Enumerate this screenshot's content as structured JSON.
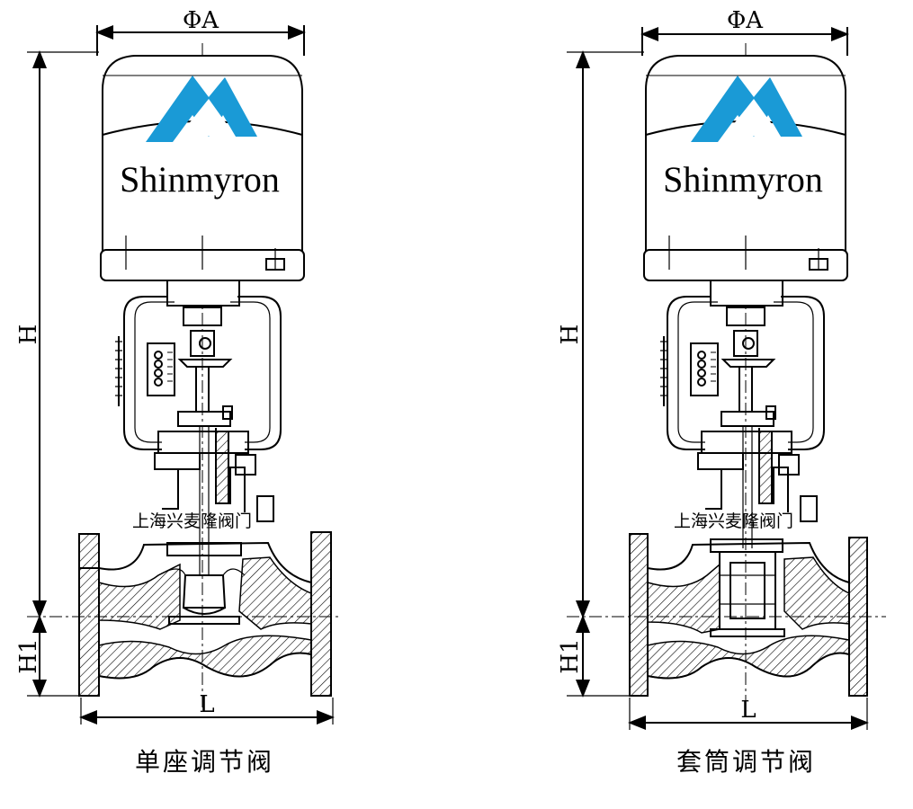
{
  "left": {
    "dims": {
      "phi_a": "ΦA",
      "h": "H",
      "h1": "H1",
      "l": "L"
    },
    "logo_text": "Shinmyron",
    "stamp": "上海兴麦隆阀门",
    "caption": "单座调节阀"
  },
  "right": {
    "dims": {
      "phi_a": "ΦA",
      "h": "H",
      "h1": "H1",
      "l": "L"
    },
    "logo_text": "Shinmyron",
    "stamp": "上海兴麦隆阀门",
    "caption": "套筒调节阀"
  },
  "colors": {
    "logo": "#1a9ad6",
    "line": "#000000"
  }
}
